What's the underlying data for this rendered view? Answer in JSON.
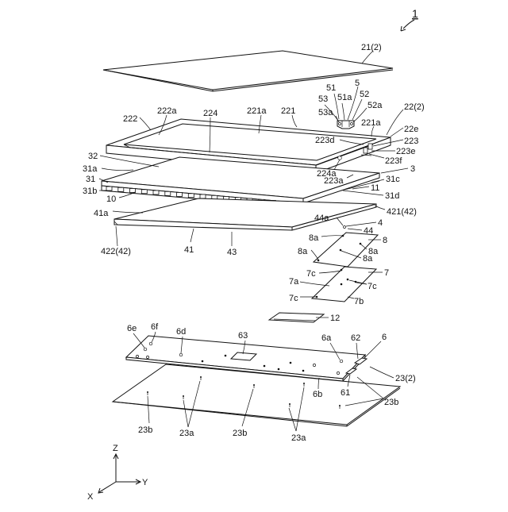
{
  "figure": {
    "figure_number": "1",
    "labels": [
      {
        "key": "l_1",
        "text": "1"
      },
      {
        "key": "l_21",
        "text": "21(2)"
      },
      {
        "key": "l_51",
        "text": "51"
      },
      {
        "key": "l_5",
        "text": "5"
      },
      {
        "key": "l_53",
        "text": "53"
      },
      {
        "key": "l_51a",
        "text": "51a"
      },
      {
        "key": "l_52",
        "text": "52"
      },
      {
        "key": "l_53a",
        "text": "53a"
      },
      {
        "key": "l_52a",
        "text": "52a"
      },
      {
        "key": "l_222",
        "text": "222"
      },
      {
        "key": "l_222a",
        "text": "222a"
      },
      {
        "key": "l_224",
        "text": "224"
      },
      {
        "key": "l_221a_top",
        "text": "221a"
      },
      {
        "key": "l_221",
        "text": "221"
      },
      {
        "key": "l_22",
        "text": "22(2)"
      },
      {
        "key": "l_221a_r",
        "text": "221a"
      },
      {
        "key": "l_22e",
        "text": "22e"
      },
      {
        "key": "l_223d",
        "text": "223d"
      },
      {
        "key": "l_223",
        "text": "223"
      },
      {
        "key": "l_223e",
        "text": "223e"
      },
      {
        "key": "l_223f",
        "text": "223f"
      },
      {
        "key": "l_32",
        "text": "32"
      },
      {
        "key": "l_31a",
        "text": "31a"
      },
      {
        "key": "l_31",
        "text": "31"
      },
      {
        "key": "l_31b",
        "text": "31b"
      },
      {
        "key": "l_10",
        "text": "10"
      },
      {
        "key": "l_224a",
        "text": "224a"
      },
      {
        "key": "l_3",
        "text": "3"
      },
      {
        "key": "l_223a",
        "text": "223a"
      },
      {
        "key": "l_31c",
        "text": "31c"
      },
      {
        "key": "l_11",
        "text": "11"
      },
      {
        "key": "l_31d",
        "text": "31d"
      },
      {
        "key": "l_41a",
        "text": "41a"
      },
      {
        "key": "l_421",
        "text": "421(42)"
      },
      {
        "key": "l_44a",
        "text": "44a"
      },
      {
        "key": "l_4",
        "text": "4"
      },
      {
        "key": "l_44",
        "text": "44"
      },
      {
        "key": "l_422",
        "text": "422(42)"
      },
      {
        "key": "l_41",
        "text": "41"
      },
      {
        "key": "l_43",
        "text": "43"
      },
      {
        "key": "l_8a_1",
        "text": "8a"
      },
      {
        "key": "l_8",
        "text": "8"
      },
      {
        "key": "l_8a_2",
        "text": "8a"
      },
      {
        "key": "l_8a_3",
        "text": "8a"
      },
      {
        "key": "l_8a_4",
        "text": "8a"
      },
      {
        "key": "l_7c_1",
        "text": "7c"
      },
      {
        "key": "l_7",
        "text": "7"
      },
      {
        "key": "l_7a",
        "text": "7a"
      },
      {
        "key": "l_7c_2",
        "text": "7c"
      },
      {
        "key": "l_7c_3",
        "text": "7c"
      },
      {
        "key": "l_7b",
        "text": "7b"
      },
      {
        "key": "l_12",
        "text": "12"
      },
      {
        "key": "l_6e",
        "text": "6e"
      },
      {
        "key": "l_6f",
        "text": "6f"
      },
      {
        "key": "l_6d",
        "text": "6d"
      },
      {
        "key": "l_63",
        "text": "63"
      },
      {
        "key": "l_6a",
        "text": "6a"
      },
      {
        "key": "l_62",
        "text": "62"
      },
      {
        "key": "l_6",
        "text": "6"
      },
      {
        "key": "l_23",
        "text": "23(2)"
      },
      {
        "key": "l_61",
        "text": "61"
      },
      {
        "key": "l_6b",
        "text": "6b"
      },
      {
        "key": "l_23b_r",
        "text": "23b"
      },
      {
        "key": "l_23b_1",
        "text": "23b"
      },
      {
        "key": "l_23a_1",
        "text": "23a"
      },
      {
        "key": "l_23b_2",
        "text": "23b"
      },
      {
        "key": "l_23a_2",
        "text": "23a"
      }
    ],
    "axes": {
      "z": "Z",
      "y": "Y",
      "x": "X"
    }
  }
}
